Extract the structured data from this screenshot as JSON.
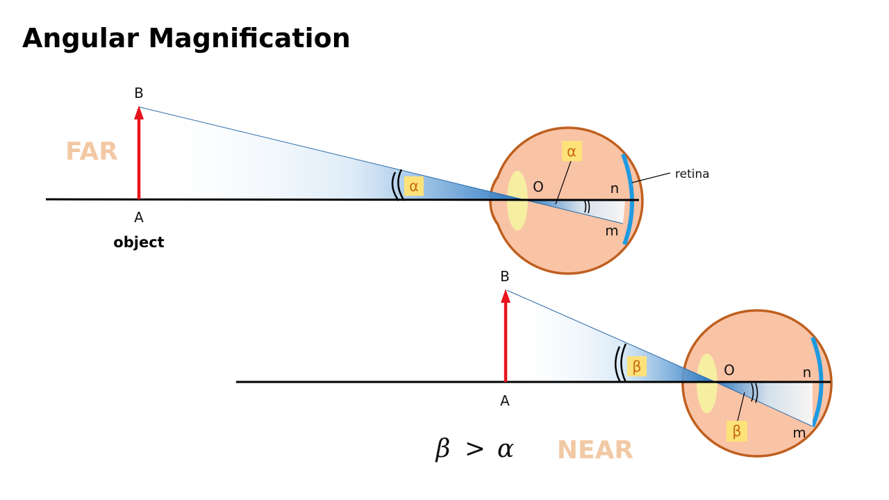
{
  "title": "Angular Magnification",
  "colors": {
    "arrow": "#e8141c",
    "eye_fill": "#f9c3a6",
    "eye_stroke": "#bf5f1f",
    "lens": "#f6f0a0",
    "retina": "#1f9ae0",
    "label_box": "#fde27a",
    "label_text": "#c86b10",
    "faint_label": "#f2c9a5"
  },
  "far": {
    "label": "FAR",
    "point_B": "B",
    "point_A": "A",
    "object_label": "object",
    "angle_outside": "α",
    "angle_inside": "α",
    "point_O": "O",
    "point_n": "n",
    "point_m": "m",
    "retina_label": "retina"
  },
  "near": {
    "label": "NEAR",
    "point_B": "B",
    "point_A": "A",
    "angle_outside": "β",
    "angle_inside": "β",
    "point_O": "O",
    "point_n": "n",
    "point_m": "m"
  },
  "inequality": {
    "left": "β",
    "op": ">",
    "right": "α"
  }
}
